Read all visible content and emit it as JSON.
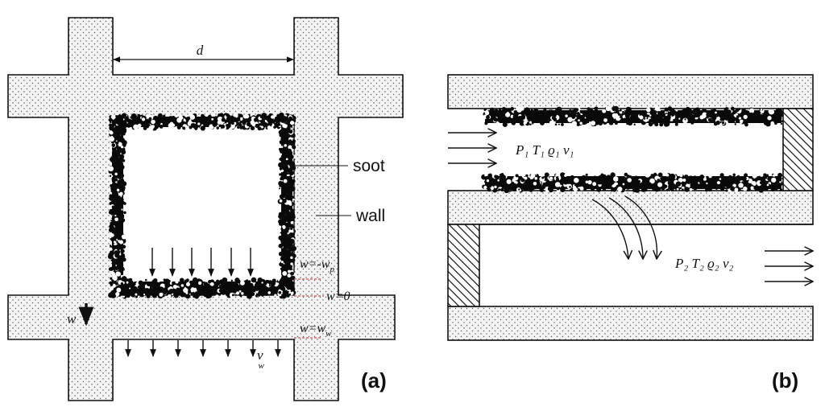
{
  "panel_a": {
    "panel_label": "(a)",
    "dimension_label": "d",
    "soot_label": "soot",
    "wall_label": "wall",
    "w_label": "w",
    "cond_wp": {
      "main": "w=-w",
      "sub": "p"
    },
    "cond_zero": "w=0",
    "cond_ww": {
      "main": "w=w",
      "sub": "w"
    },
    "vw_label": {
      "main": "v",
      "sub": "w"
    }
  },
  "panel_b": {
    "panel_label": "(b)",
    "inlet_label": "P₁ T₁ ϱ₁ ν₁",
    "outlet_label": "P₂ T₂ ϱ₂ ν₂"
  },
  "colors": {
    "wall_fill": "#f1f1f1",
    "stroke": "#111111",
    "soot": "#0a0a0a",
    "boundary_dash": "#d05050"
  }
}
